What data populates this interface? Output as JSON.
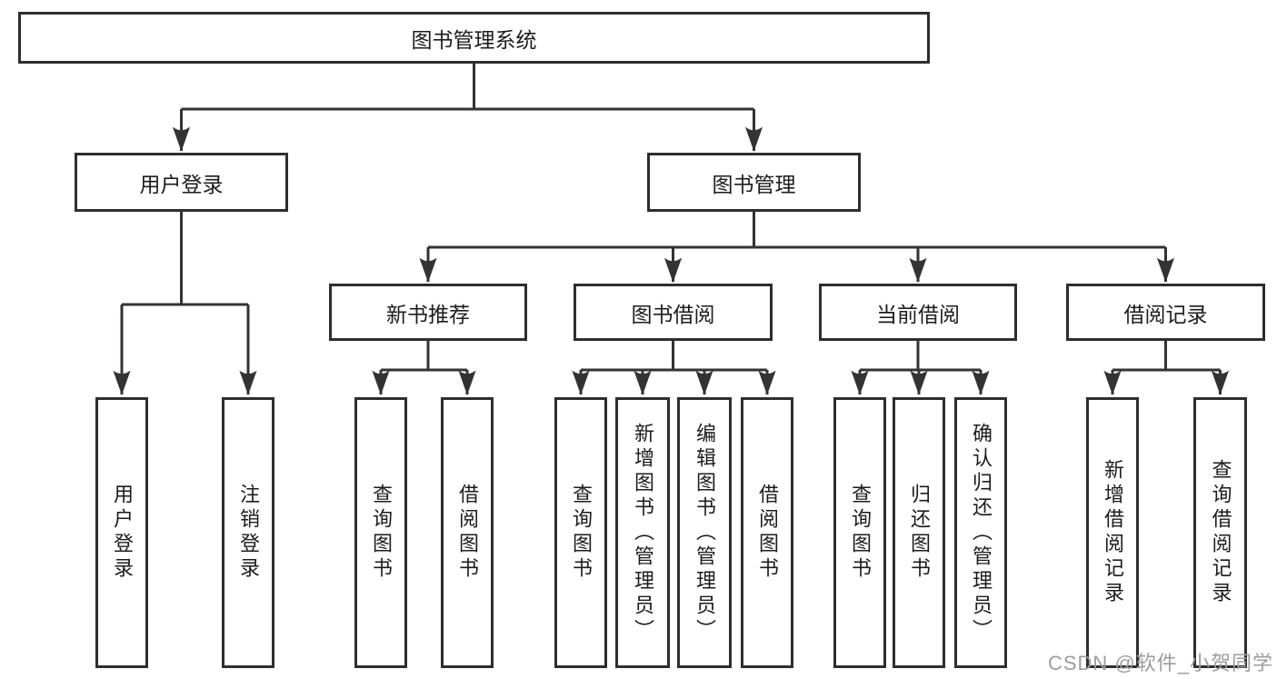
{
  "nodes": {
    "root": {
      "label": "图书管理系统"
    },
    "level2": [
      {
        "label": "用户登录"
      },
      {
        "label": "图书管理"
      }
    ],
    "level3": [
      {
        "label": "新书推荐"
      },
      {
        "label": "图书借阅"
      },
      {
        "label": "当前借阅"
      },
      {
        "label": "借阅记录"
      }
    ],
    "leaves": [
      {
        "label": "用户登录"
      },
      {
        "label": "注销登录"
      },
      {
        "label": "查询图书"
      },
      {
        "label": "借阅图书"
      },
      {
        "label": "查询图书"
      },
      {
        "label": "新增图书（管理员）"
      },
      {
        "label": "编辑图书（管理员）"
      },
      {
        "label": "借阅图书"
      },
      {
        "label": "查询图书"
      },
      {
        "label": "归还图书"
      },
      {
        "label": "确认归还（管理员）"
      },
      {
        "label": "新增借阅记录"
      },
      {
        "label": "查询借阅记录"
      }
    ]
  },
  "watermark": {
    "text": "CSDN @软件_小贺同学"
  },
  "colors": {
    "line": "#333333",
    "border": "#2e2e2e",
    "text": "#1c1c1c",
    "watermark": "#9c9c9c",
    "background": "#ffffff"
  }
}
